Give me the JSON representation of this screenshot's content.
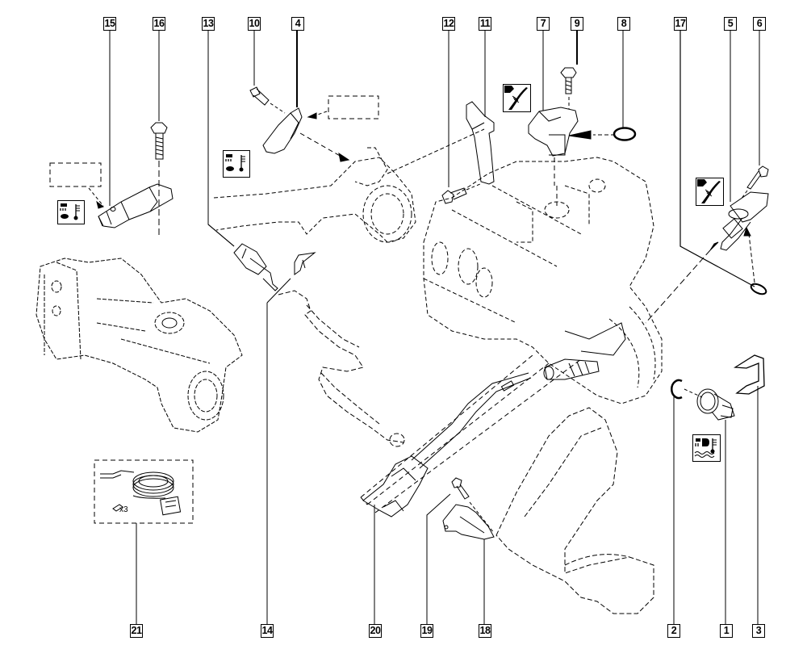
{
  "diagram": {
    "type": "exploded-parts-diagram",
    "subject": "engine sensors and wiring",
    "line_color": "#000000",
    "background": "#ffffff"
  },
  "callouts": {
    "c15": "15",
    "c16": "16",
    "c13": "13",
    "c10": "10",
    "c4": "4",
    "c12": "12",
    "c11": "11",
    "c7": "7",
    "c9": "9",
    "c8": "8",
    "c17": "17",
    "c5": "5",
    "c6": "6",
    "c21": "21",
    "c14": "14",
    "c20": "20",
    "c19": "19",
    "c18": "18",
    "c2": "2",
    "c1": "1",
    "c3": "3"
  },
  "parts": [
    {
      "ref": "1",
      "name": "coolant temperature sensor"
    },
    {
      "ref": "2",
      "name": "o-ring seal"
    },
    {
      "ref": "3",
      "name": "retaining clip"
    },
    {
      "ref": "4",
      "name": "sensor"
    },
    {
      "ref": "5",
      "name": "position sensor"
    },
    {
      "ref": "6",
      "name": "bolt"
    },
    {
      "ref": "7",
      "name": "camshaft position sensor"
    },
    {
      "ref": "8",
      "name": "o-ring"
    },
    {
      "ref": "9",
      "name": "bolt"
    },
    {
      "ref": "10",
      "name": "bolt"
    },
    {
      "ref": "11",
      "name": "bracket"
    },
    {
      "ref": "12",
      "name": "bolt"
    },
    {
      "ref": "13",
      "name": "temperature sensor"
    },
    {
      "ref": "14",
      "name": "connector clip"
    },
    {
      "ref": "15",
      "name": "pressure sensor"
    },
    {
      "ref": "16",
      "name": "bolt"
    },
    {
      "ref": "17",
      "name": "o-ring"
    },
    {
      "ref": "18",
      "name": "bracket"
    },
    {
      "ref": "19",
      "name": "bolt"
    },
    {
      "ref": "20",
      "name": "sensor with lead"
    },
    {
      "ref": "21",
      "name": "wiring repair kit"
    }
  ],
  "kit": {
    "quantity_label": "x3"
  },
  "icons": {
    "pressure_temp_left": "pressure-temperature-sensor-icon",
    "pressure_temp_mid": "pressure-temperature-sensor-icon",
    "position_sensor_7": "position-sensor-icon",
    "position_sensor_5": "position-sensor-icon",
    "coolant_temp": "coolant-temperature-sensor-icon"
  }
}
